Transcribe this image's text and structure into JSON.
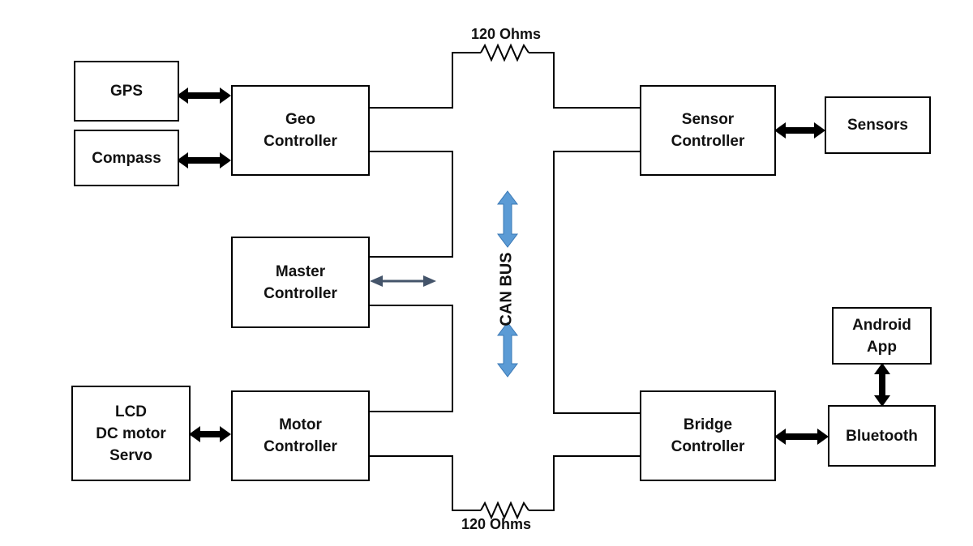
{
  "boxes": {
    "gps": "GPS",
    "compass": "Compass",
    "geo_controller": "Geo\nController",
    "master_controller": "Master\nController",
    "lcd_group": "LCD\nDC motor\nServo",
    "motor_controller": "Motor\nController",
    "sensor_controller": "Sensor\nController",
    "sensors": "Sensors",
    "android_app": "Android\nApp",
    "bridge_controller": "Bridge\nController",
    "bluetooth": "Bluetooth"
  },
  "labels": {
    "resistor_top": "120 Ohms",
    "resistor_bottom": "120 Ohms",
    "can_bus": "CAN BUS"
  },
  "colors": {
    "wire": "#000000",
    "bus_arrow": "#5b9bd5",
    "master_arrow": "#44546a"
  }
}
